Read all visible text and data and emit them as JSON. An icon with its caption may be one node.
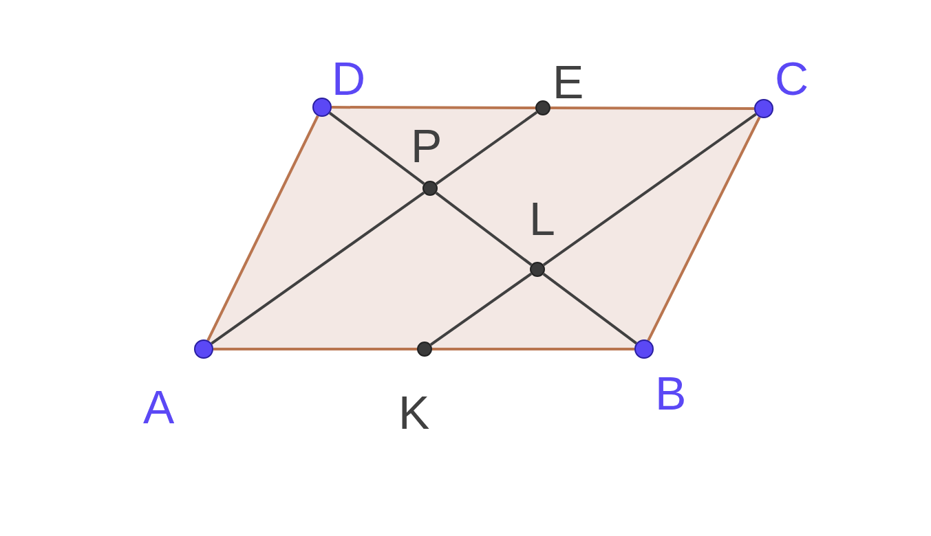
{
  "diagram": {
    "nodes": [
      {
        "text": [
          "A"
        ]
      },
      {
        "text": [
          "B"
        ]
      },
      {
        "text": [
          "C"
        ]
      },
      {
        "text": [
          "D"
        ]
      },
      {
        "text": [
          "E"
        ]
      },
      {
        "text": [
          "K"
        ]
      },
      {
        "text": [
          "P"
        ]
      },
      {
        "text": [
          "L"
        ]
      }
    ],
    "edges": [
      {
        "from": 0,
        "to": 5,
        "arrow": "none",
        "color": "#b9754f"
      },
      {
        "from": 5,
        "to": 1,
        "arrow": "none",
        "color": "#b9754f"
      },
      {
        "from": 1,
        "to": 2,
        "arrow": "none",
        "color": "#b9754f"
      },
      {
        "from": 2,
        "to": 4,
        "arrow": "none",
        "color": "#b9754f"
      },
      {
        "from": 4,
        "to": 3,
        "arrow": "none",
        "color": "#b9754f"
      },
      {
        "from": 3,
        "to": 0,
        "arrow": "none",
        "color": "#b9754f"
      },
      {
        "from": 3,
        "to": 6,
        "arrow": "none"
      },
      {
        "from": 6,
        "to": 7,
        "arrow": "none"
      },
      {
        "from": 7,
        "to": 1,
        "arrow": "none"
      },
      {
        "from": 0,
        "to": 6,
        "arrow": "none"
      },
      {
        "from": 6,
        "to": 4,
        "arrow": "none"
      },
      {
        "from": 5,
        "to": 7,
        "arrow": "none"
      },
      {
        "from": 7,
        "to": 2,
        "arrow": "none"
      }
    ]
  }
}
